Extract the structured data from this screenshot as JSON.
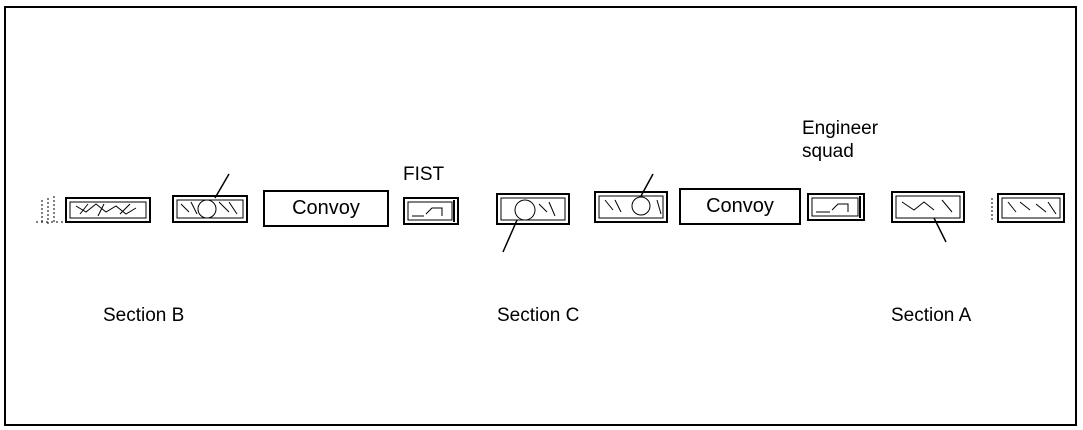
{
  "labels": {
    "fist": "FIST",
    "engineer_line1": "Engineer",
    "engineer_line2": "squad",
    "section_b": "Section B",
    "section_c": "Section C",
    "section_a": "Section A"
  },
  "convoys": {
    "first": "Convoy",
    "second": "Convoy"
  },
  "icons": {
    "tank": "tank-icon",
    "carrier": "carrier-icon",
    "vehicle": "vehicle-icon"
  },
  "colors": {
    "line": "#000000",
    "background": "#ffffff"
  }
}
